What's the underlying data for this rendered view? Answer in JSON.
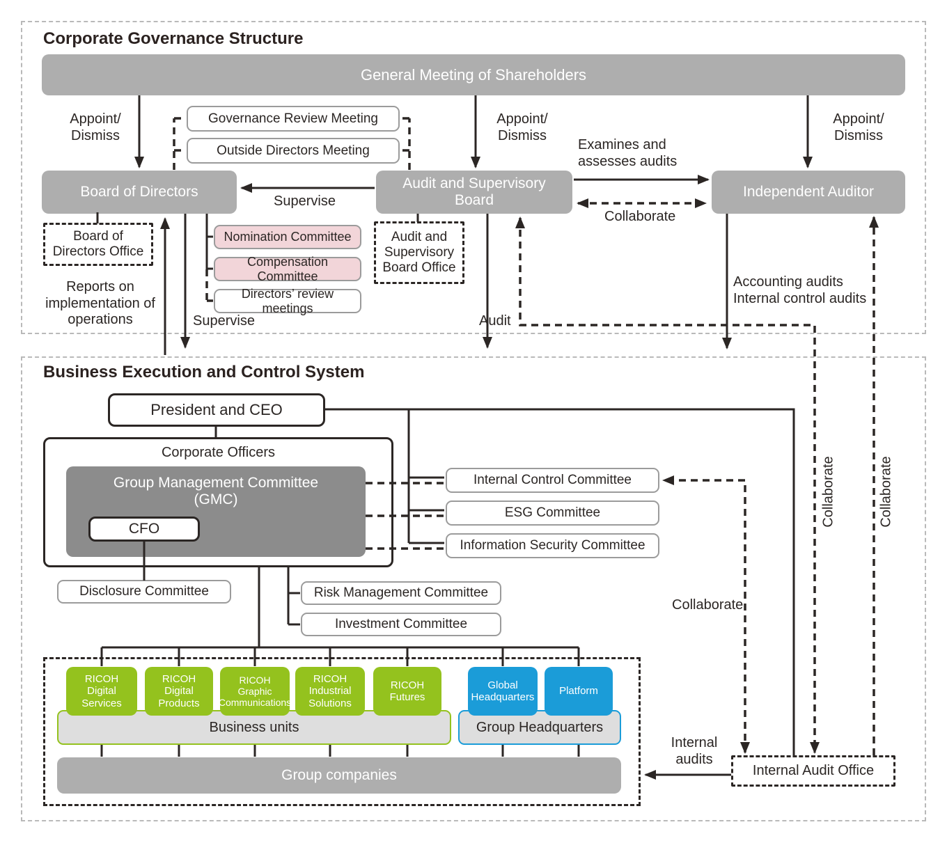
{
  "colors": {
    "box_gray": "#aeaeae",
    "gmc_gray": "#8c8c8c",
    "pink": "#f2d5d9",
    "green": "#94c21e",
    "blue": "#1b9cd8",
    "bar_fill": "#dedede",
    "line": "#2b2624"
  },
  "gov": {
    "title": "Corporate Governance Structure",
    "nodes": {
      "gmos": "General Meeting of Shareholders",
      "board": "Board of Directors",
      "asb": "Audit and Supervisory\nBoard",
      "auditor": "Independent Auditor",
      "gov_review": "Governance Review Meeting",
      "outside": "Outside Directors Meeting",
      "bod_office": "Board of\nDirectors Office",
      "nomination": "Nomination Committee",
      "compensation": "Compensation Committee",
      "dir_review": "Directors’ review meetings",
      "asb_office": "Audit and\nSupervisory\nBoard Office"
    },
    "labels": {
      "appoint1": "Appoint/\nDismiss",
      "appoint2": "Appoint/\nDismiss",
      "appoint3": "Appoint/\nDismiss",
      "supervise_top": "Supervise",
      "examines": "Examines and\nassesses audits",
      "collab_top": "Collaborate",
      "reports": "Reports on\nimplementation of\noperations",
      "supervise_down": "Supervise",
      "audit": "Audit",
      "accounting": "Accounting audits\nInternal control audits"
    }
  },
  "exec": {
    "title": "Business Execution and Control System",
    "nodes": {
      "president": "President and CEO",
      "corp_officers": "Corporate Officers",
      "gmc": "Group Management Committee\n(GMC)",
      "cfo": "CFO",
      "disclosure": "Disclosure Committee",
      "icc": "Internal Control Committee",
      "esg": "ESG Committee",
      "isc": "Information Security Committee",
      "risk": "Risk Management Committee",
      "investment": "Investment Committee",
      "business_units": "Business units",
      "group_hq": "Group Headquarters",
      "group_companies": "Group companies",
      "iao": "Internal Audit Office"
    },
    "units": [
      {
        "label": "RICOH\nDigital\nServices"
      },
      {
        "label": "RICOH\nDigital\nProducts"
      },
      {
        "label": "RICOH\nGraphic\nCommunications"
      },
      {
        "label": "RICOH\nIndustrial\nSolutions"
      },
      {
        "label": "RICOH\nFutures"
      }
    ],
    "hq_units": [
      {
        "label": "Global\nHeadquarters"
      },
      {
        "label": "Platform"
      }
    ],
    "labels": {
      "collab_v1": "Collaborate",
      "collab_v2": "Collaborate",
      "collab_mid": "Collaborate",
      "internal_audits": "Internal\naudits"
    }
  }
}
